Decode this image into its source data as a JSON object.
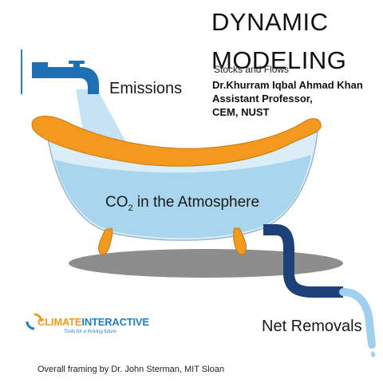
{
  "slide": {
    "title_line1": "DYNAMIC",
    "title_line2": "MODELING",
    "subtitle": "Stocks and Flows",
    "author": [
      "Dr.Khurram Iqbal Ahmad Khan",
      "Assistant Professor,",
      "CEM, NUST"
    ]
  },
  "diagram": {
    "inflow_label": "Emissions",
    "stock_label_prefix": "CO",
    "stock_label_sub": "2",
    "stock_label_suffix": " in the Atmosphere",
    "outflow_label": "Net Removals"
  },
  "logo": {
    "word_part1": "CLIMATE",
    "word_part2": "INTERACTIVE",
    "tagline": "Tools for a thriving future"
  },
  "footer": "Overall framing by Dr. John Sterman, MIT Sloan",
  "colors": {
    "faucet": "#1e6fb3",
    "water": "#a9d6ee",
    "tub_rim": "#f39a1e",
    "drain_pipe": "#1d3f7a",
    "shadow": "#8a8a8a",
    "accent_line": "#2a7fc0"
  }
}
